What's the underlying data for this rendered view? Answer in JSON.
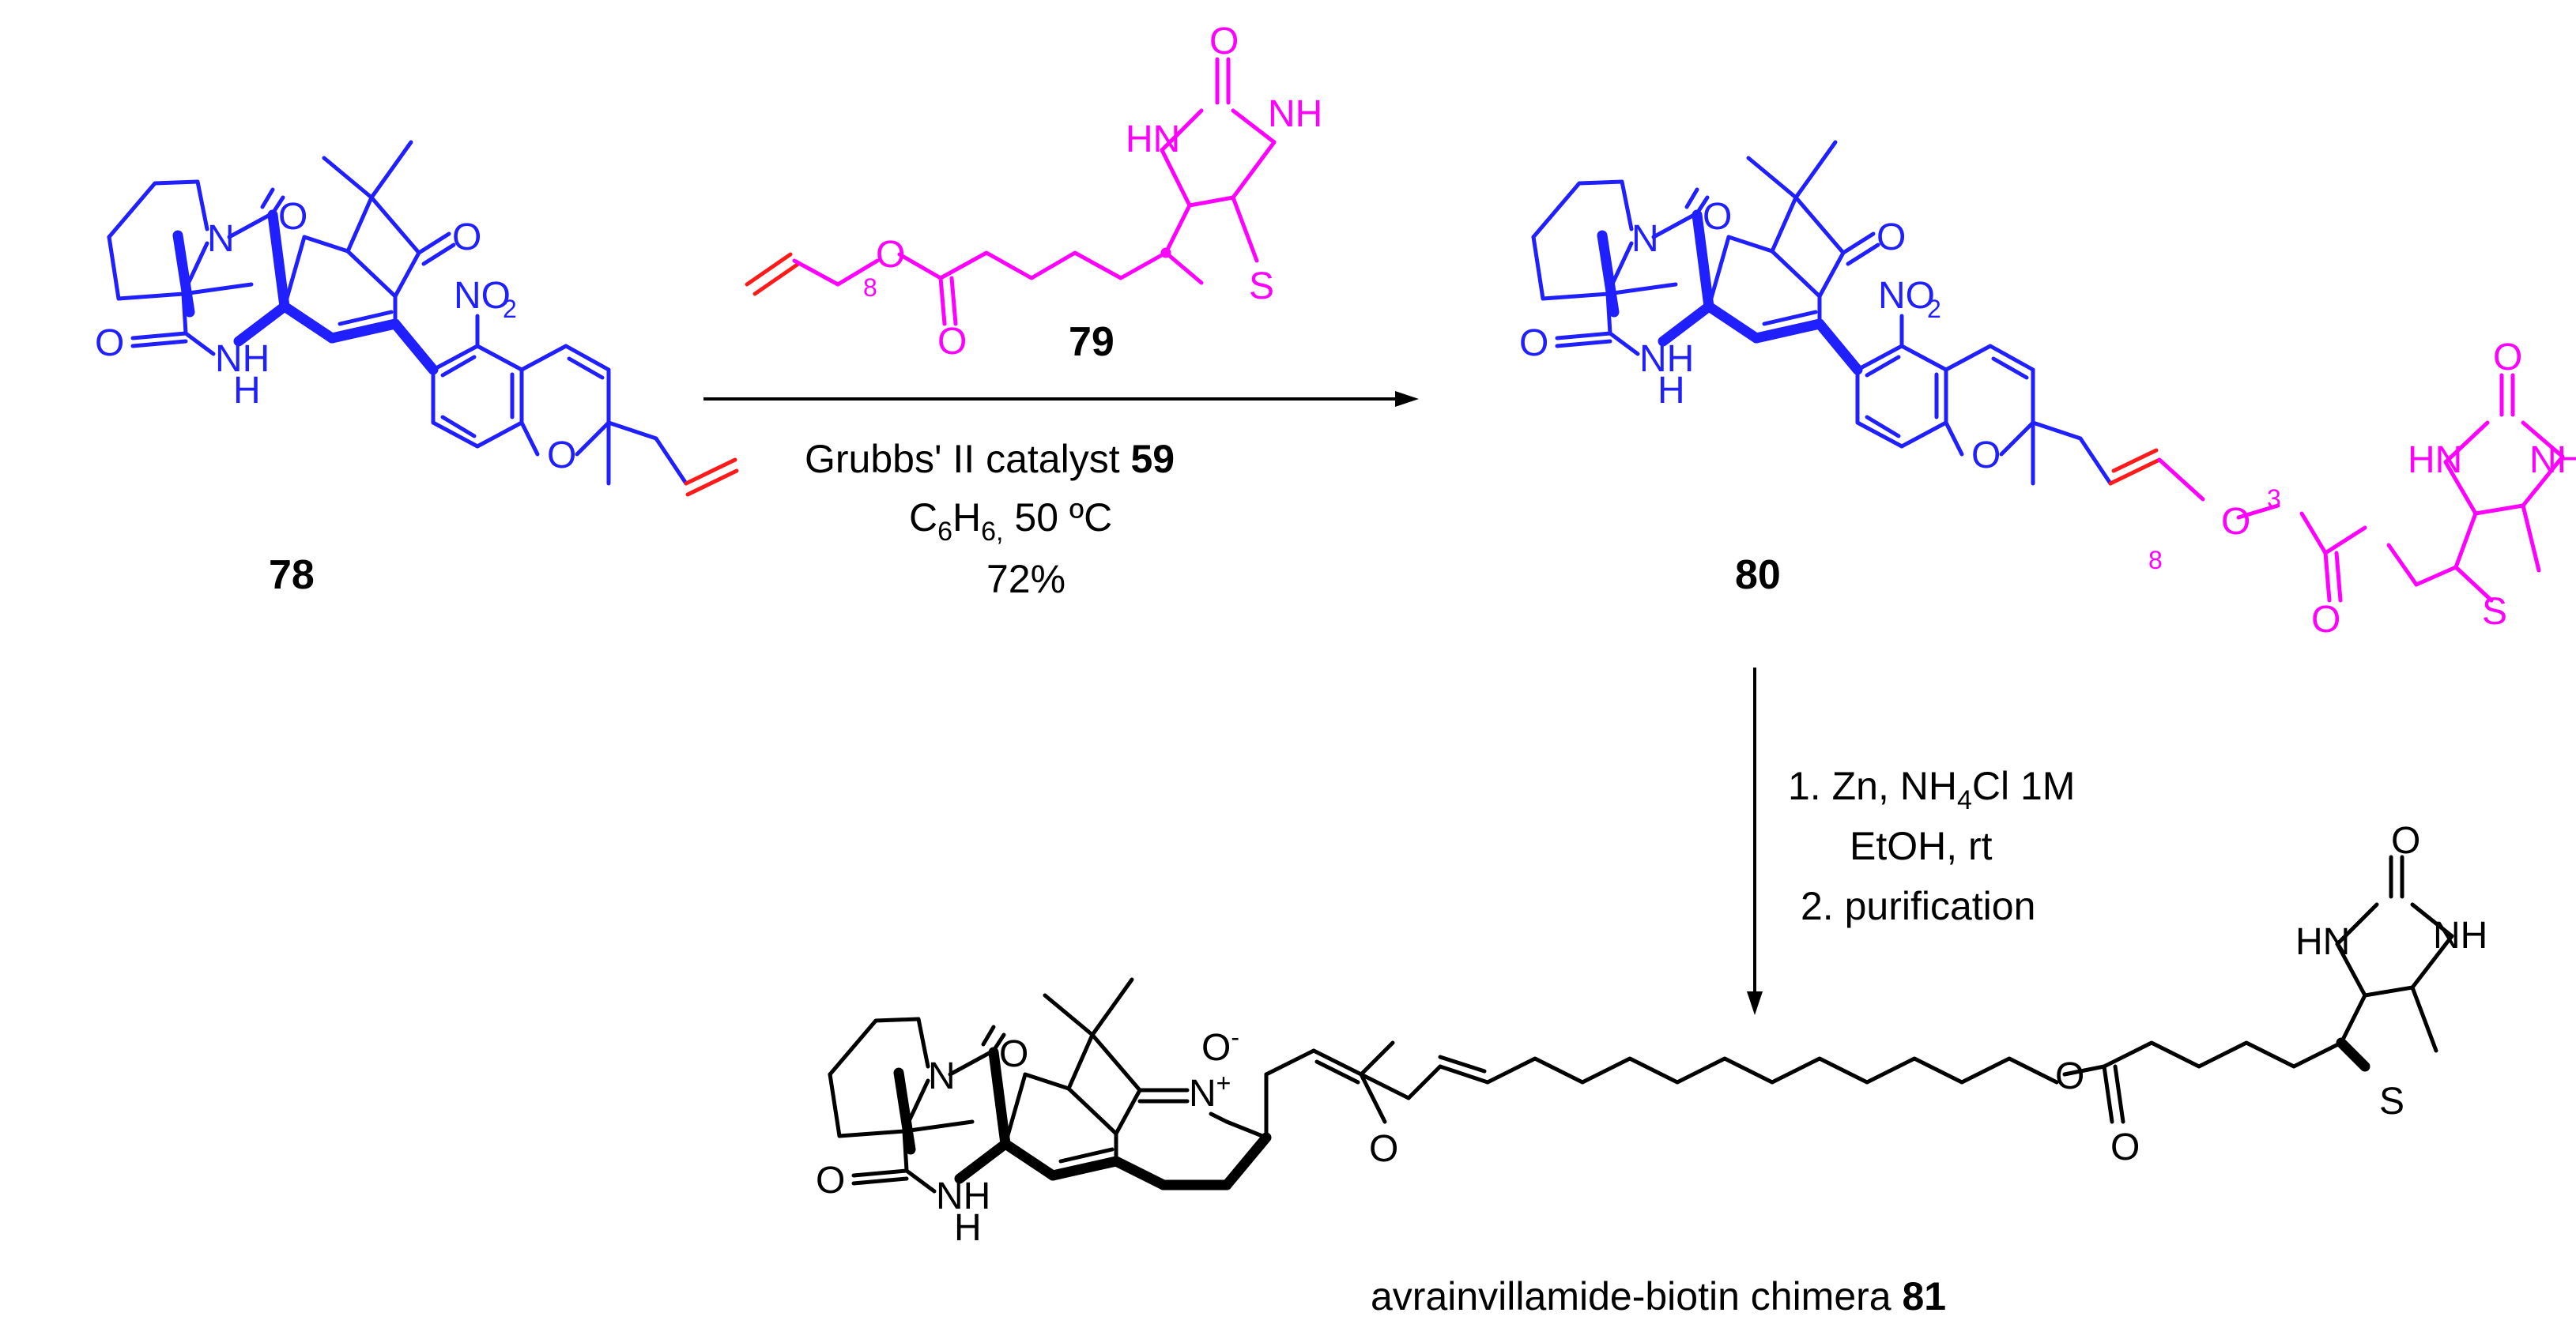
{
  "compounds": {
    "c78": {
      "label": "78"
    },
    "c79": {
      "label": "79"
    },
    "c80": {
      "label": "80"
    },
    "c81": {
      "name": "avrainvillamide-biotin chimera",
      "label": "81"
    }
  },
  "step1": {
    "catalyst_text": "Grubbs' II catalyst",
    "catalyst_number": "59",
    "solvent_main": "C",
    "solvent_sub1": "6",
    "solvent_mid": "H",
    "solvent_sub2": "6,",
    "temperature": "50 ºC",
    "yield": "72%"
  },
  "step2": {
    "line1_a": "1. Zn, NH",
    "line1_sub": "4",
    "line1_b": "Cl 1M",
    "line2": "EtOH, rt",
    "line3": "2. purification"
  },
  "atoms": {
    "N": "N",
    "O": "O",
    "NH": "NH",
    "HN": "HN",
    "H": "H",
    "S": "S",
    "NO": "NO",
    "two": "2",
    "eight": "8",
    "three": "3",
    "Nplus": "N",
    "plus": "+",
    "minus": "-"
  },
  "colors": {
    "core": "#1f1fff",
    "biotin": "#ff00ff",
    "alkene": "#ff1a1a",
    "product": "#000000"
  }
}
